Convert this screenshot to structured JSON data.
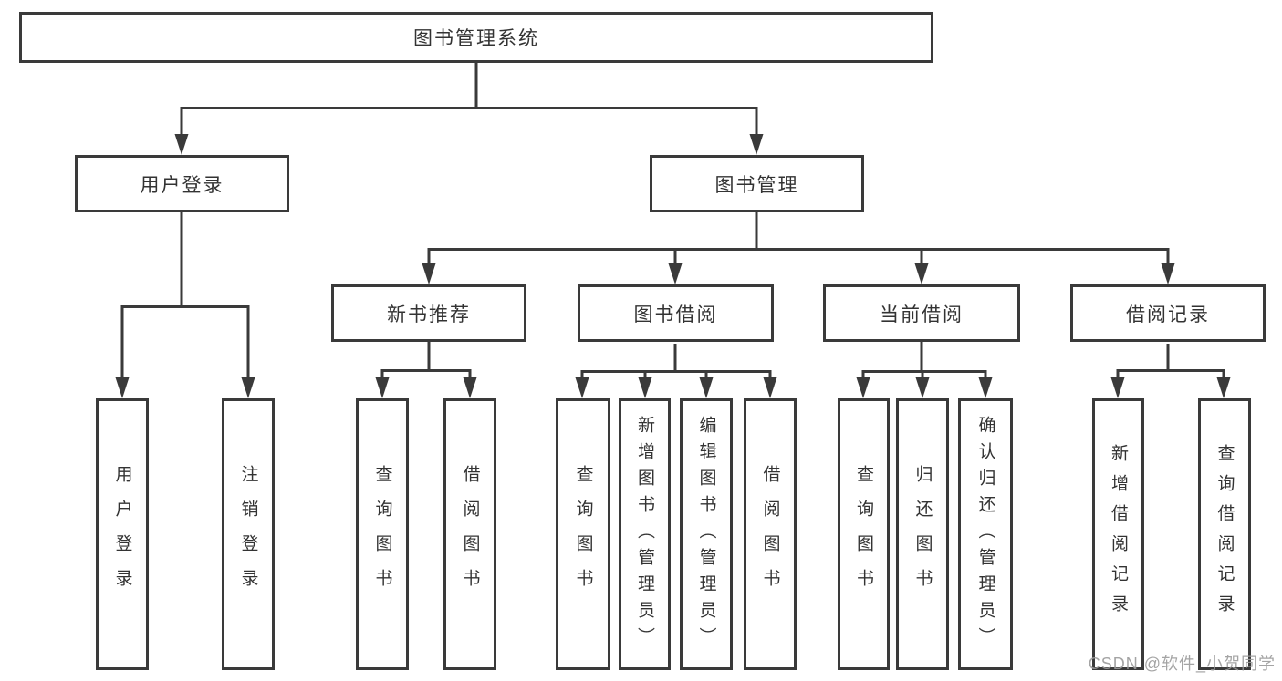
{
  "tree": {
    "label": "图书管理系统",
    "children": [
      {
        "label": "用户登录",
        "children": [
          {
            "label": "用户登录"
          },
          {
            "label": "注销登录"
          }
        ]
      },
      {
        "label": "图书管理",
        "children": [
          {
            "label": "新书推荐",
            "children": [
              {
                "label": "查询图书"
              },
              {
                "label": "借阅图书"
              }
            ]
          },
          {
            "label": "图书借阅",
            "children": [
              {
                "label": "查询图书"
              },
              {
                "label": "新增图书（管理员）"
              },
              {
                "label": "编辑图书（管理员）"
              },
              {
                "label": "借阅图书"
              }
            ]
          },
          {
            "label": "当前借阅",
            "children": [
              {
                "label": "查询图书"
              },
              {
                "label": "归还图书"
              },
              {
                "label": "确认归还（管理员）"
              }
            ]
          },
          {
            "label": "借阅记录",
            "children": [
              {
                "label": "新增借阅记录"
              },
              {
                "label": "查询借阅记录"
              }
            ]
          }
        ]
      }
    ]
  },
  "watermark": {
    "text": "CSDN @软件_小贺同学"
  },
  "colors": {
    "line": "#3a3a3a",
    "text": "#333333",
    "box_background": "#ffffff",
    "watermark": "#9b9b9b"
  }
}
